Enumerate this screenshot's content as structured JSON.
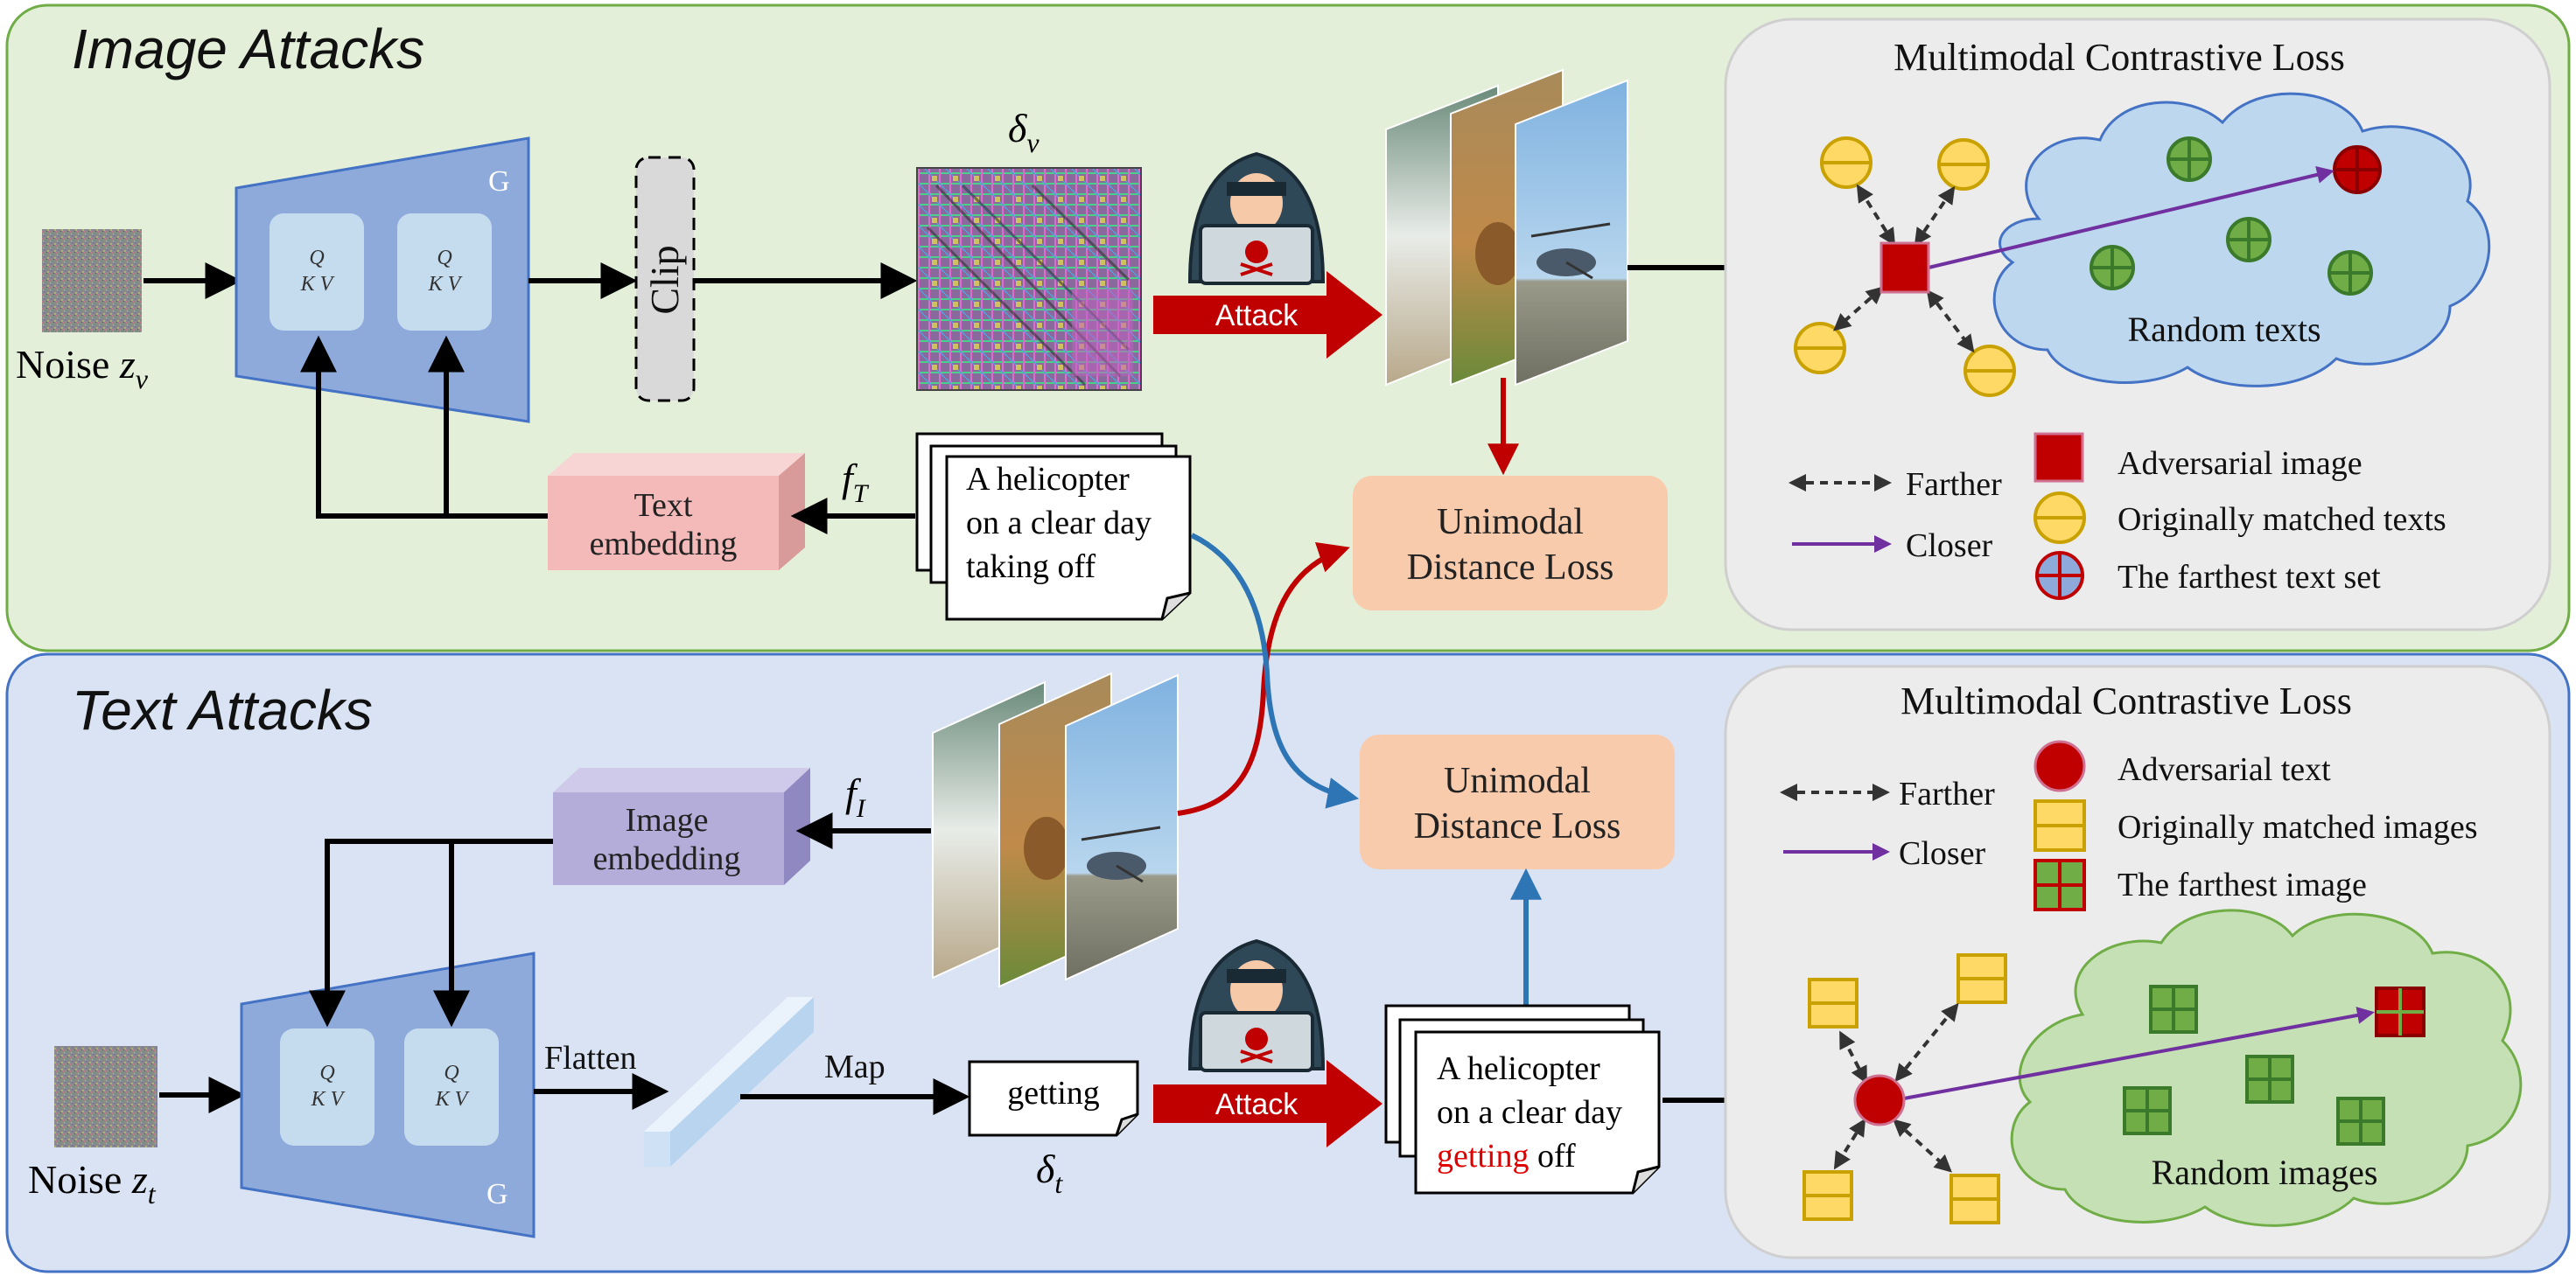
{
  "top_panel": {
    "title": "Image Attacks",
    "noise_label": "Noise ",
    "noise_sym": "z",
    "noise_sub": "v",
    "generator_label": "G",
    "qkv_q": "Q",
    "qkv_kv": "K V",
    "clip_label": "Clip",
    "delta_sym": "δ",
    "delta_sub": "v",
    "attack_label": "Attack",
    "text_embedding": [
      "Text",
      "embedding"
    ],
    "f_sym": "f",
    "f_sub": "T",
    "caption_lines": [
      "A helicopter",
      "on a clear day",
      "taking off"
    ],
    "unimodal_loss": [
      "Unimodal",
      "Distance Loss"
    ],
    "contrastive": {
      "title": "Multimodal Contrastive Loss",
      "cloud_label": "Random texts",
      "legend_farther": "Farther",
      "legend_closer": "Closer",
      "legend_items": [
        "Adversarial image",
        "Originally matched texts",
        "The farthest text set"
      ]
    }
  },
  "bottom_panel": {
    "title": "Text Attacks",
    "noise_label": "Noise ",
    "noise_sym": "z",
    "noise_sub": "t",
    "generator_label": "G",
    "qkv_q": "Q",
    "qkv_kv": "K V",
    "image_embedding": [
      "Image",
      "embedding"
    ],
    "f_sym": "f",
    "f_sub": "I",
    "flatten_label": "Flatten",
    "map_label": "Map",
    "token": "getting",
    "delta_sym": "δ",
    "delta_sub": "t",
    "attack_label": "Attack",
    "caption_line1": "A helicopter",
    "caption_line2": "on a clear day",
    "caption_adv_word": "getting",
    "caption_line3_rest": " off",
    "unimodal_loss": [
      "Unimodal",
      "Distance Loss"
    ],
    "contrastive": {
      "title": "Multimodal Contrastive Loss",
      "cloud_label": "Random images",
      "legend_farther": "Farther",
      "legend_closer": "Closer",
      "legend_items": [
        "Adversarial text",
        "Originally matched images",
        "The farthest image"
      ]
    }
  },
  "colors": {
    "top_bg": "#e3efd9",
    "bottom_bg": "#dae3f3",
    "generator": "#8eaadb",
    "qkv": "#c5dcef",
    "text_embed": "#f4b9b9",
    "image_embed": "#b4acd9",
    "loss_box": "#f8cbad",
    "attack_red": "#c00000",
    "adv_red": "#c00000",
    "matched_yellow": "#ffd966",
    "farthest_green": "#70ad47",
    "cloud_blue": "#bdd7ee",
    "cloud_green": "#c5e0b4",
    "arrow_purple": "#7030a0",
    "arrow_blue": "#2e75b6"
  },
  "icons": [
    "noise-image",
    "hacker-icon",
    "document-stack-icon",
    "helicopter-photo-stack",
    "perturbation-pattern"
  ]
}
